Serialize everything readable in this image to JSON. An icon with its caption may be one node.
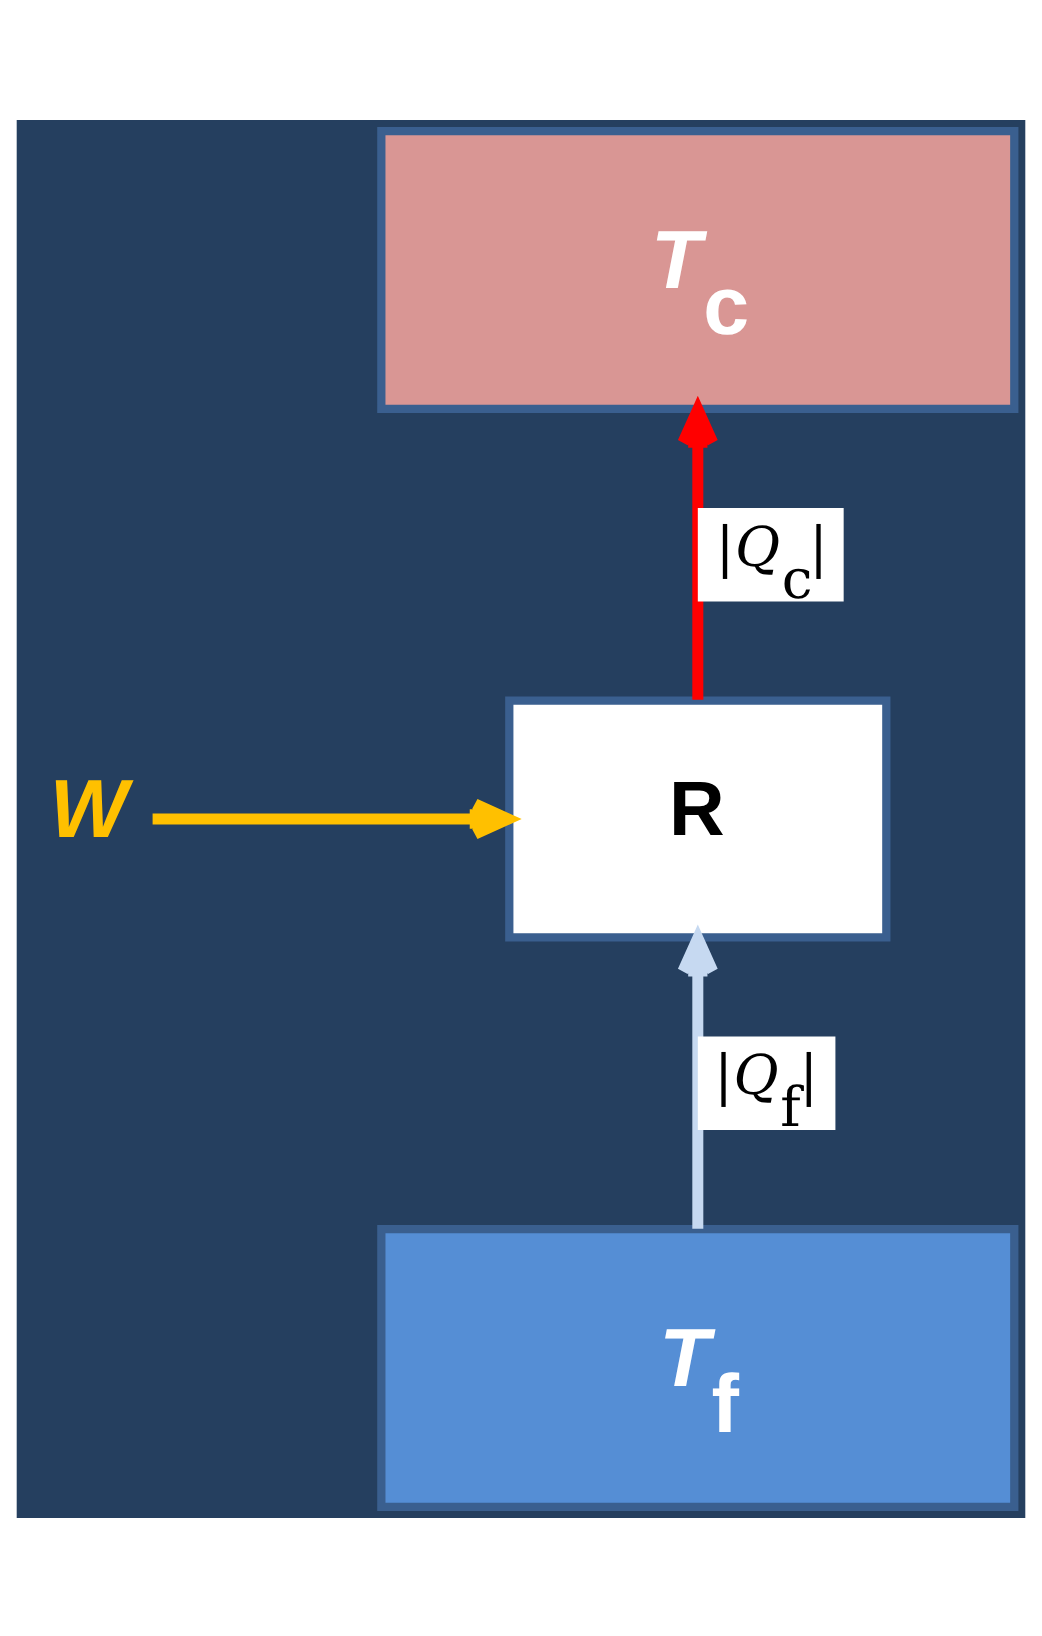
{
  "diagram": {
    "nodes": [
      {
        "text": [
          "*T*$_{c}$"
        ]
      },
      {
        "text": [
          "R"
        ]
      },
      {
        "text": [
          "*T*$_{f}$"
        ]
      },
      {
        "text": [
          "W"
        ]
      }
    ],
    "edges": [
      {
        "from": 1,
        "to": 0,
        "arrow": "to",
        "label": "|*Q*$_{c}$|",
        "color": "#ff0000"
      },
      {
        "from": 3,
        "to": 1,
        "arrow": "to",
        "color": "#ffc000"
      },
      {
        "from": 2,
        "to": 1,
        "arrow": "to",
        "label": "|*Q*$_{f}$|",
        "color": "#c6d9f1"
      }
    ]
  }
}
